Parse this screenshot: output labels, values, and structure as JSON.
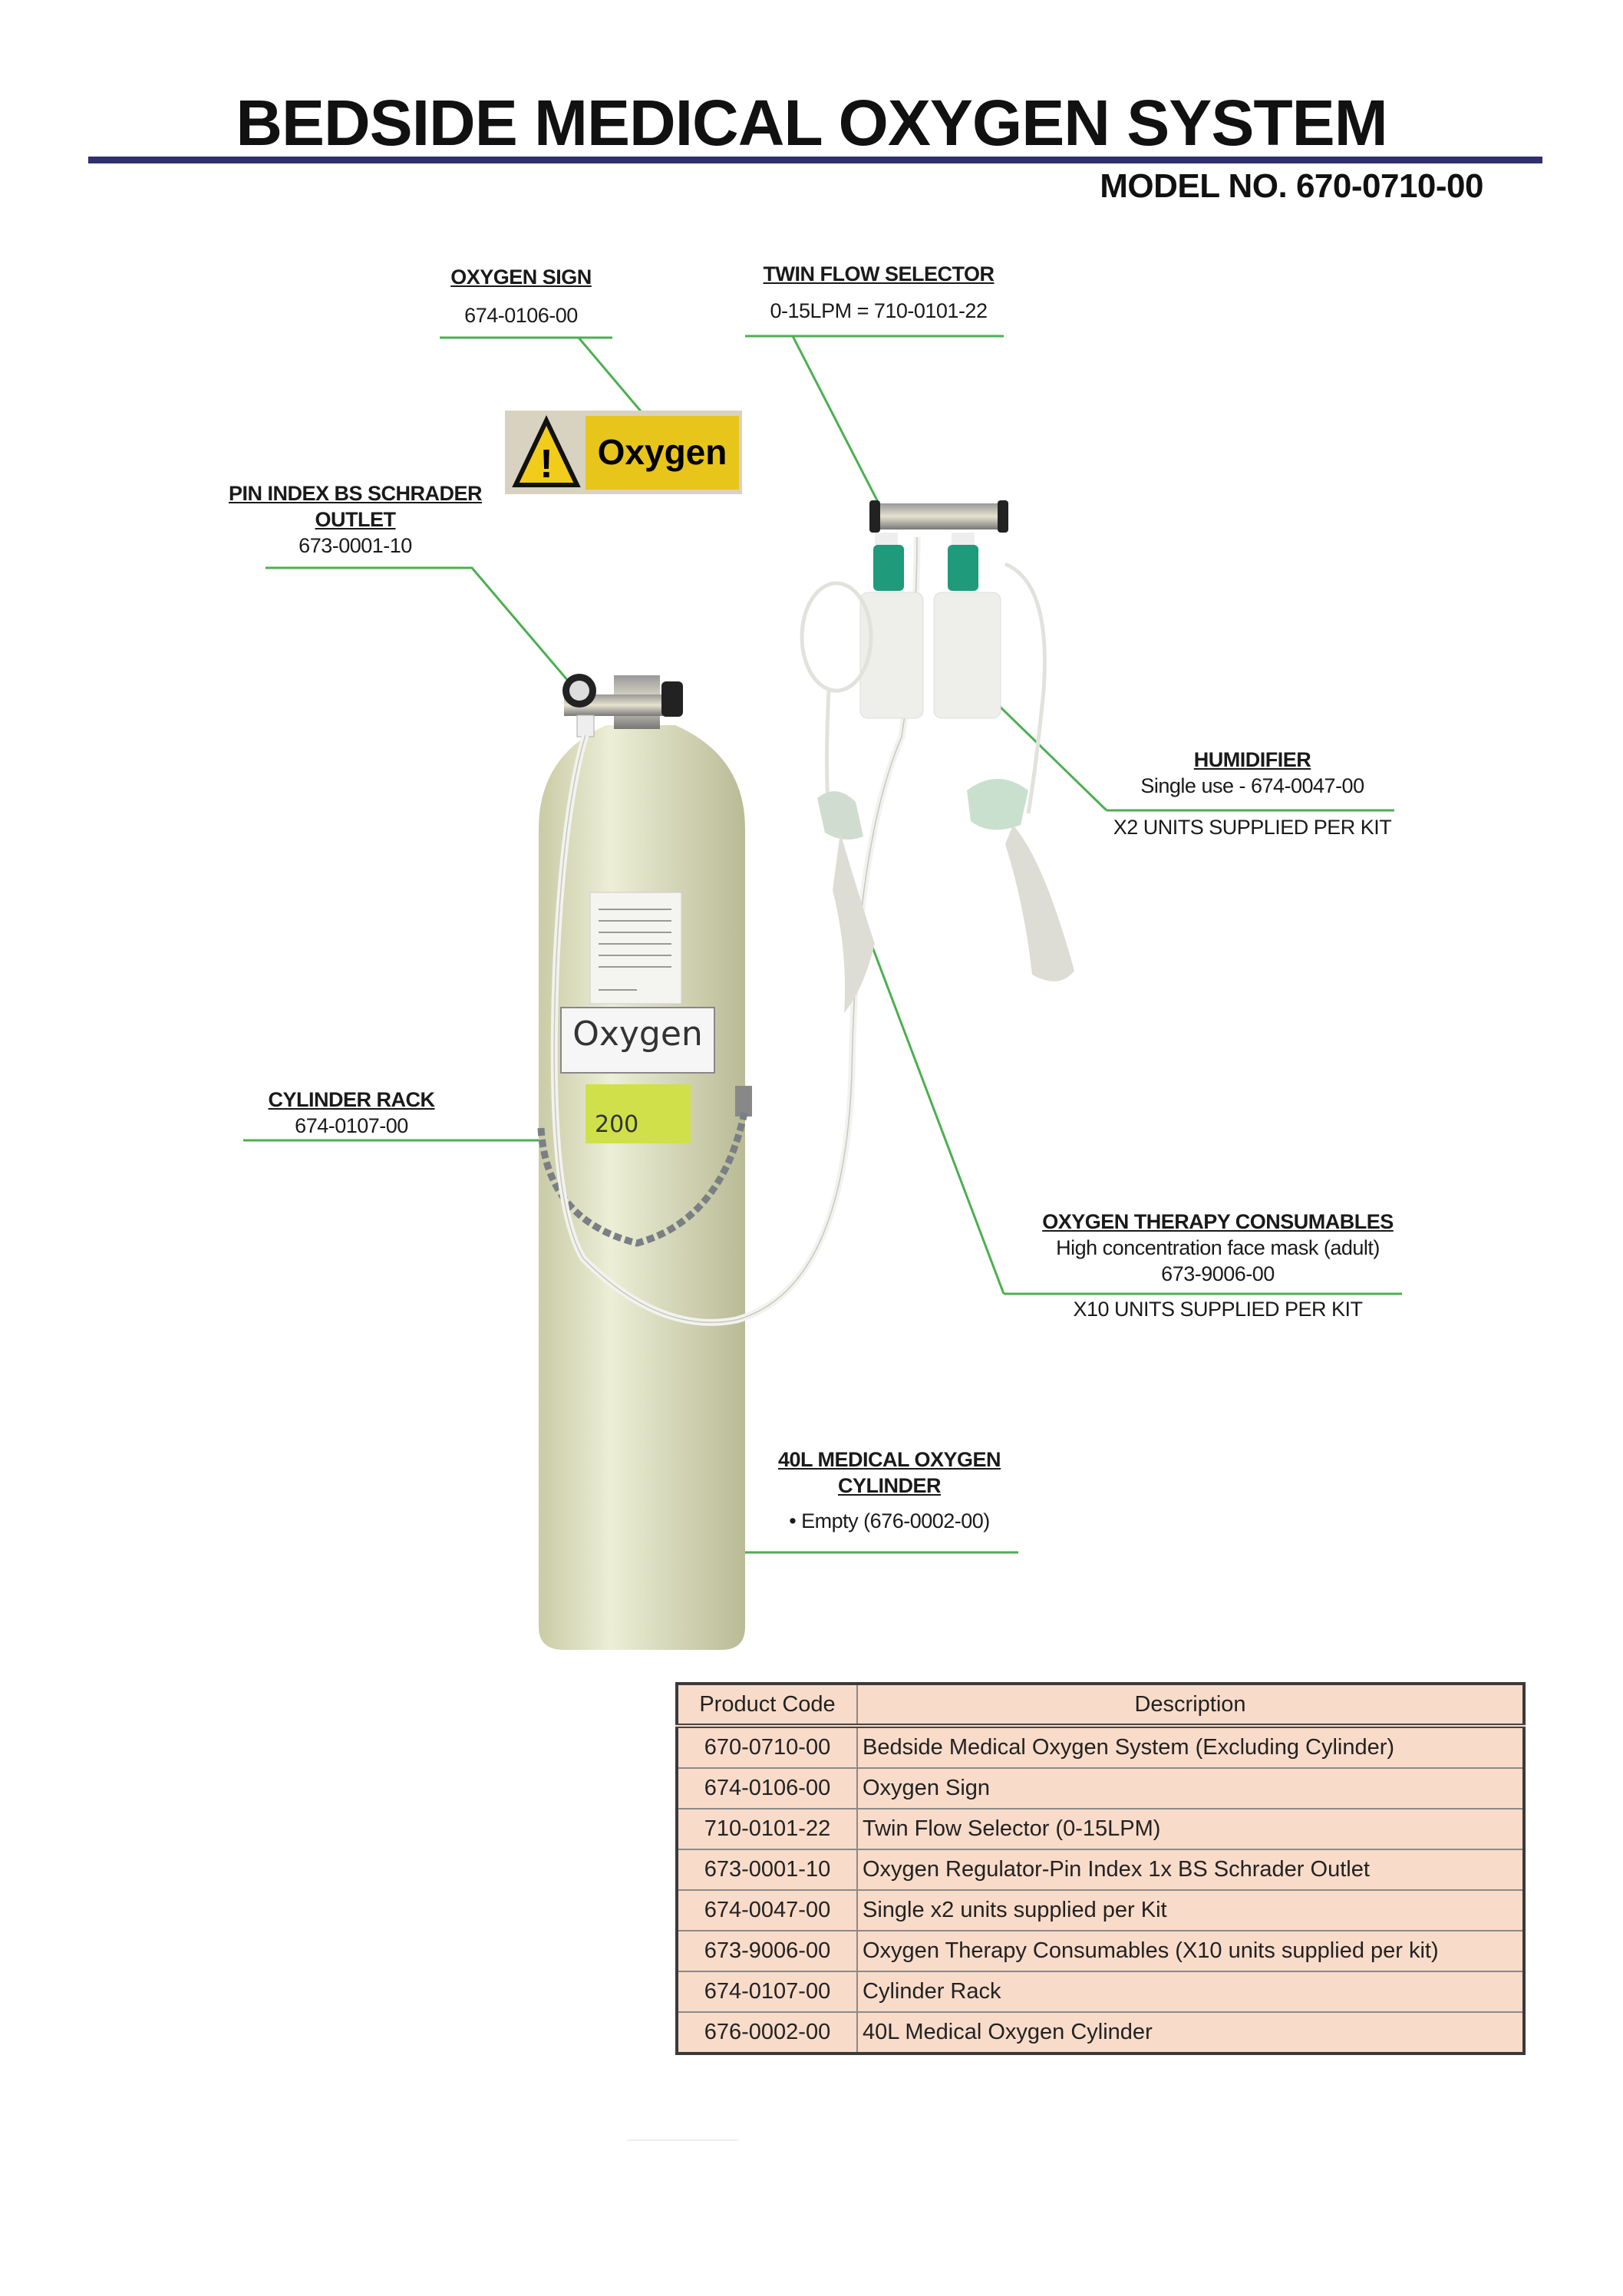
{
  "header": {
    "title": "BEDSIDE MEDICAL OXYGEN SYSTEM",
    "model_no": "MODEL NO. 670-0710-00"
  },
  "callouts": {
    "oxygen_sign": {
      "heading": "OXYGEN SIGN",
      "code": "674-0106-00"
    },
    "twin_flow": {
      "heading": "TWIN FLOW SELECTOR",
      "code": "0-15LPM = 710-0101-22"
    },
    "pin_index": {
      "heading1": "PIN INDEX BS SCHRADER",
      "heading2": "OUTLET",
      "code": "673-0001-10"
    },
    "humidifier": {
      "heading": "HUMIDIFIER",
      "code": "Single use - 674-0047-00",
      "note": "X2 UNITS SUPPLIED PER KIT"
    },
    "cylinder_rack": {
      "heading": "CYLINDER RACK",
      "code": "674-0107-00"
    },
    "consumables": {
      "heading": "OXYGEN THERAPY CONSUMABLES",
      "desc": "High concentration face mask (adult)",
      "code": "673-9006-00",
      "note": "X10 UNITS SUPPLIED PER KIT"
    },
    "cylinder": {
      "heading1": "40L MEDICAL OXYGEN",
      "heading2": "CYLINDER",
      "code": "• Empty (676-0002-00)"
    }
  },
  "photo": {
    "sign_text": "Oxygen",
    "cylinder_label": "Oxygen",
    "pressure_value": "200"
  },
  "colors": {
    "rule": "#2e3070",
    "leader": "#4caf50",
    "table_bg": "#f8dbc9",
    "sign_yellow": "#e8c51a"
  },
  "table": {
    "headers": [
      "Product Code",
      "Description"
    ],
    "rows": [
      {
        "code": "670-0710-00",
        "desc": "Bedside Medical Oxygen System (Excluding Cylinder)"
      },
      {
        "code": "674-0106-00",
        "desc": "Oxygen Sign"
      },
      {
        "code": "710-0101-22",
        "desc": "Twin Flow Selector (0-15LPM)"
      },
      {
        "code": "673-0001-10",
        "desc": "Oxygen Regulator-Pin Index 1x BS Schrader Outlet"
      },
      {
        "code": "674-0047-00",
        "desc": "Single x2 units supplied per Kit"
      },
      {
        "code": "673-9006-00",
        "desc": "Oxygen Therapy Consumables (X10 units supplied per kit)"
      },
      {
        "code": "674-0107-00",
        "desc": "Cylinder Rack"
      },
      {
        "code": "676-0002-00",
        "desc": "40L Medical Oxygen Cylinder"
      }
    ]
  }
}
